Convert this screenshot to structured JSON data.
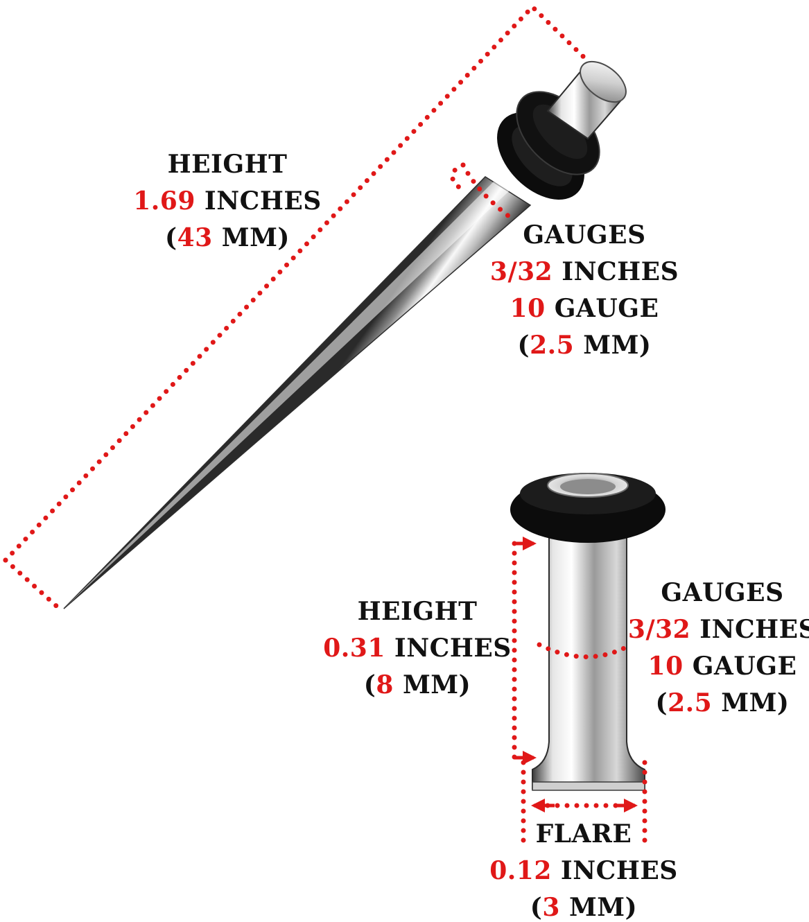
{
  "colors": {
    "accent_red": "#e01818",
    "text_black": "#111111",
    "steel_light": "#f4f4f4",
    "steel_dark": "#2a2a2a",
    "rubber_ring": "#0c0c0c"
  },
  "taper": {
    "height": {
      "title": "HEIGHT",
      "inches_value": "1.69",
      "inches_unit": " INCHES",
      "mm_open": "(",
      "mm_value": "43",
      "mm_unit": " MM)"
    },
    "gauges": {
      "title": "GAUGES",
      "inches_value": "3/32",
      "inches_unit": " INCHES",
      "gauge_value": "10",
      "gauge_unit": " GAUGE",
      "mm_open": "(",
      "mm_value": "2.5",
      "mm_unit": " MM)"
    }
  },
  "tunnel": {
    "height": {
      "title": "HEIGHT",
      "inches_value": "0.31",
      "inches_unit": " INCHES",
      "mm_open": "(",
      "mm_value": "8",
      "mm_unit": " MM)"
    },
    "gauges": {
      "title": "GAUGES",
      "inches_value": "3/32",
      "inches_unit": " INCHES",
      "gauge_value": "10",
      "gauge_unit": " GAUGE",
      "mm_open": "(",
      "mm_value": "2.5",
      "mm_unit": " MM)"
    },
    "flare": {
      "title": "FLARE",
      "inches_value": "0.12",
      "inches_unit": " INCHES",
      "mm_open": "(",
      "mm_value": "3",
      "mm_unit": " MM)"
    }
  }
}
